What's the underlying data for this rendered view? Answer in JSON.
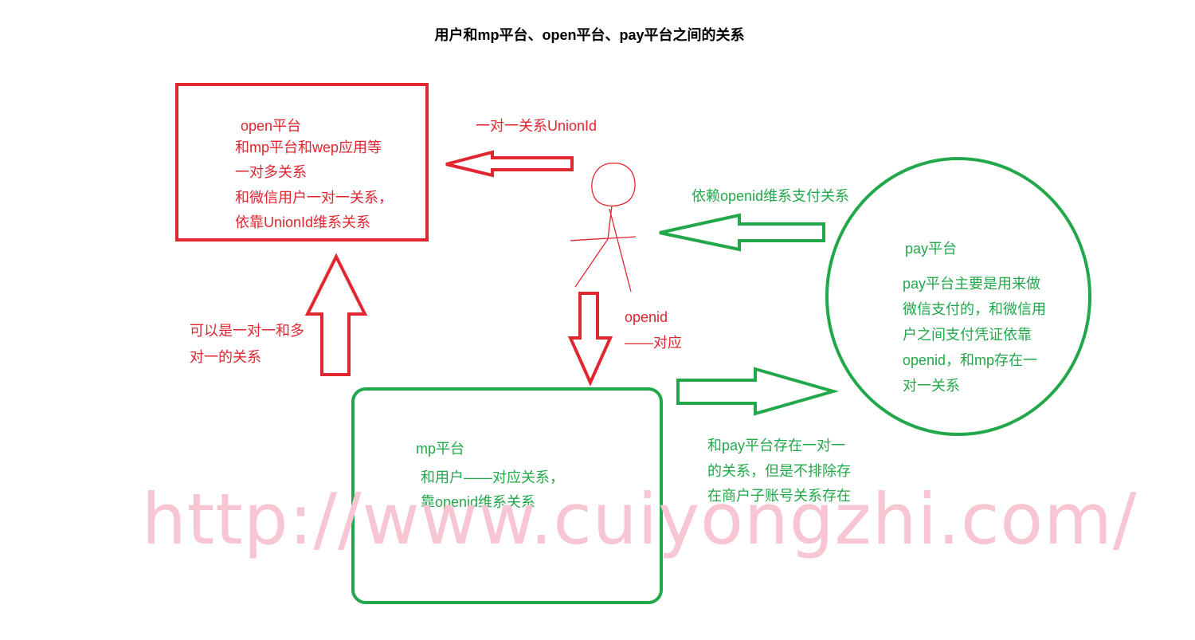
{
  "title": "用户和mp平台、open平台、pay平台之间的关系",
  "open_box": {
    "heading": "open平台",
    "lines": [
      "和mp平台和wep应用等",
      "一对多关系",
      "和微信用户一对一关系，",
      "依靠UnionId维系关系"
    ]
  },
  "arrow_labels": {
    "user_to_open": "一对一关系UnionId",
    "pay_to_user": "依赖openid维系支付关系",
    "mp_to_open": [
      "可以是一对一和多",
      "对一的关系"
    ],
    "user_to_mp": [
      "openid",
      "——对应"
    ],
    "mp_to_pay": [
      "和pay平台存在一对一",
      "的关系，但是不排除存",
      "在商户子账号关系存在"
    ]
  },
  "pay_circle": {
    "heading": "pay平台",
    "lines": [
      "pay平台主要是用来做",
      "微信支付的，和微信用",
      "户之间支付凭证依靠",
      "openid，和mp存在一",
      "对一关系"
    ]
  },
  "mp_box": {
    "heading": "mp平台",
    "lines": [
      "和用户——对应关系，",
      "靠openid维系关系"
    ]
  },
  "watermark": "http://www.cuiyongzhi.com/",
  "colors": {
    "red": "#e0262f",
    "green": "#22a84a",
    "watermark": "#f7c6d2"
  }
}
